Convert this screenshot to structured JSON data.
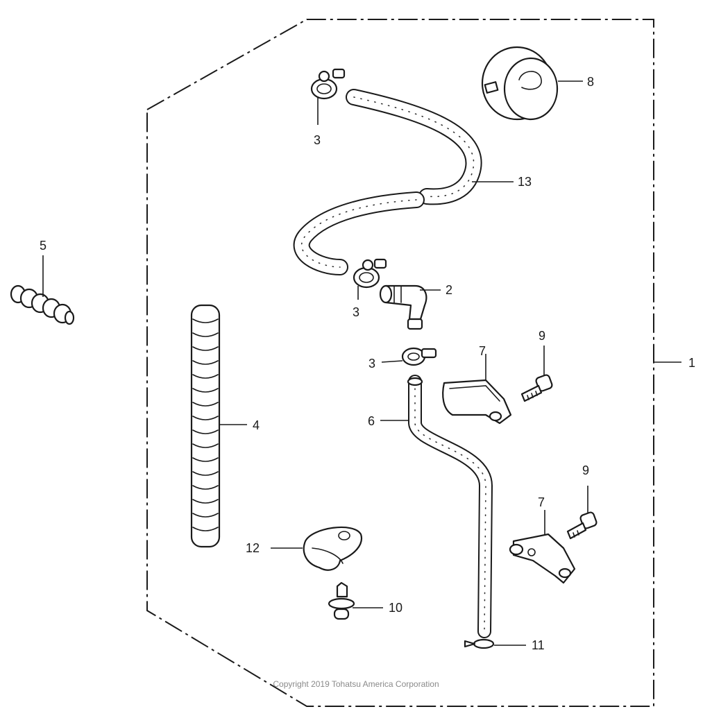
{
  "callouts": {
    "c1": "1",
    "c2": "2",
    "c3a": "3",
    "c3b": "3",
    "c3c": "3",
    "c4": "4",
    "c5": "5",
    "c6": "6",
    "c7a": "7",
    "c7b": "7",
    "c8": "8",
    "c9a": "9",
    "c9b": "9",
    "c10": "10",
    "c11": "11",
    "c12": "12",
    "c13": "13"
  },
  "copyright": "Copyright 2019 Tohatsu America Corporation"
}
